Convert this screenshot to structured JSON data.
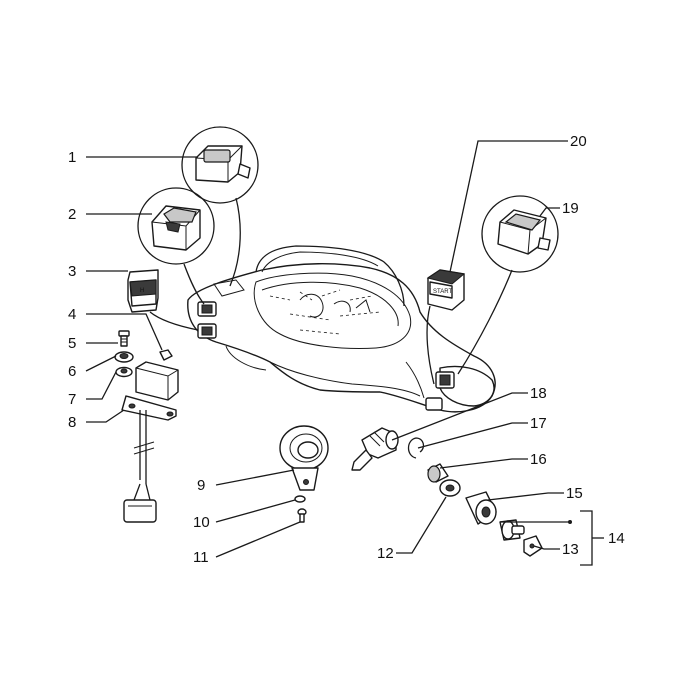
{
  "callouts": {
    "c1": "1",
    "c2": "2",
    "c3": "3",
    "c4": "4",
    "c5": "5",
    "c6": "6",
    "c7": "7",
    "c8": "8",
    "c9": "9",
    "c10": "10",
    "c11": "11",
    "c12": "12",
    "c13": "13",
    "c14": "14",
    "c15": "15",
    "c16": "16",
    "c17": "17",
    "c18": "18",
    "c19": "19",
    "c20": "20"
  },
  "button_text": {
    "start": "START"
  }
}
